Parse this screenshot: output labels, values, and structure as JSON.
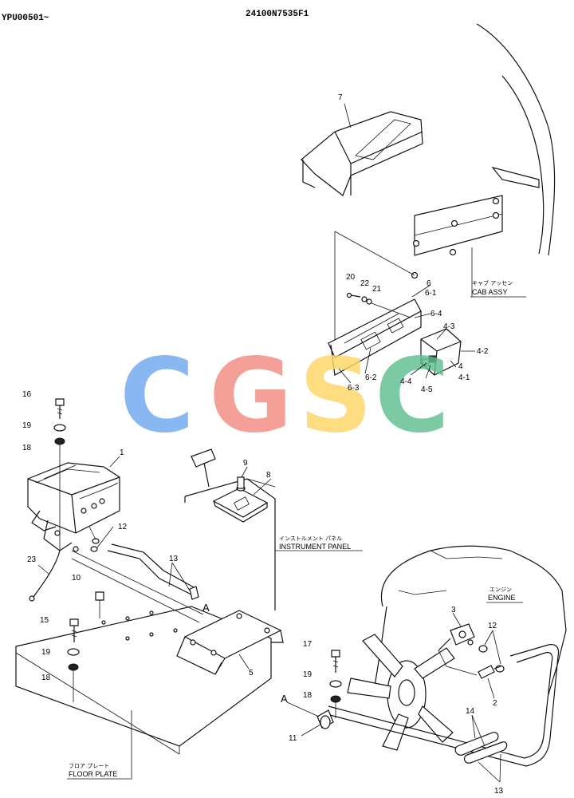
{
  "header": {
    "left": "YPU00501~",
    "center": "24100N7535F1"
  },
  "watermark": {
    "letters": [
      "C",
      "G",
      "S",
      "C"
    ],
    "colors": [
      "#6fa8f0",
      "#f28b82",
      "#fdd663",
      "#5fbf8f"
    ]
  },
  "callouts": {
    "p1": "1",
    "p2": "2",
    "p3": "3",
    "p4": "4",
    "p4_1": "4-1",
    "p4_2": "4-2",
    "p4_3": "4-3",
    "p4_4": "4-4",
    "p4_5": "4-5",
    "p5": "5",
    "p6": "6",
    "p6_1": "6-1",
    "p6_2": "6-2",
    "p6_3": "6-3",
    "p6_4": "6-4",
    "p7": "7",
    "p8": "8",
    "p9": "9",
    "p10": "10",
    "p11": "11",
    "p12a": "12",
    "p12b": "12",
    "p13a": "13",
    "p13b": "13",
    "p14": "14",
    "p15": "15",
    "p16": "16",
    "p17": "17",
    "p18a": "18",
    "p18b": "18",
    "p18c": "18",
    "p19a": "19",
    "p19b": "19",
    "p19c": "19",
    "p20": "20",
    "p21": "21",
    "p22": "22",
    "p23": "23",
    "refA1": "A",
    "refA2": "A"
  },
  "labels": {
    "cab_jp": "キャブ アッセン",
    "cab_en": "CAB ASSY",
    "panel_jp": "インストルメント パネル",
    "panel_en": "INSTRUMENT PANEL",
    "engine_jp": "エンジン",
    "engine_en": "ENGINE",
    "floor_jp": "フロア プレート",
    "floor_en": "FLOOR PLATE"
  }
}
